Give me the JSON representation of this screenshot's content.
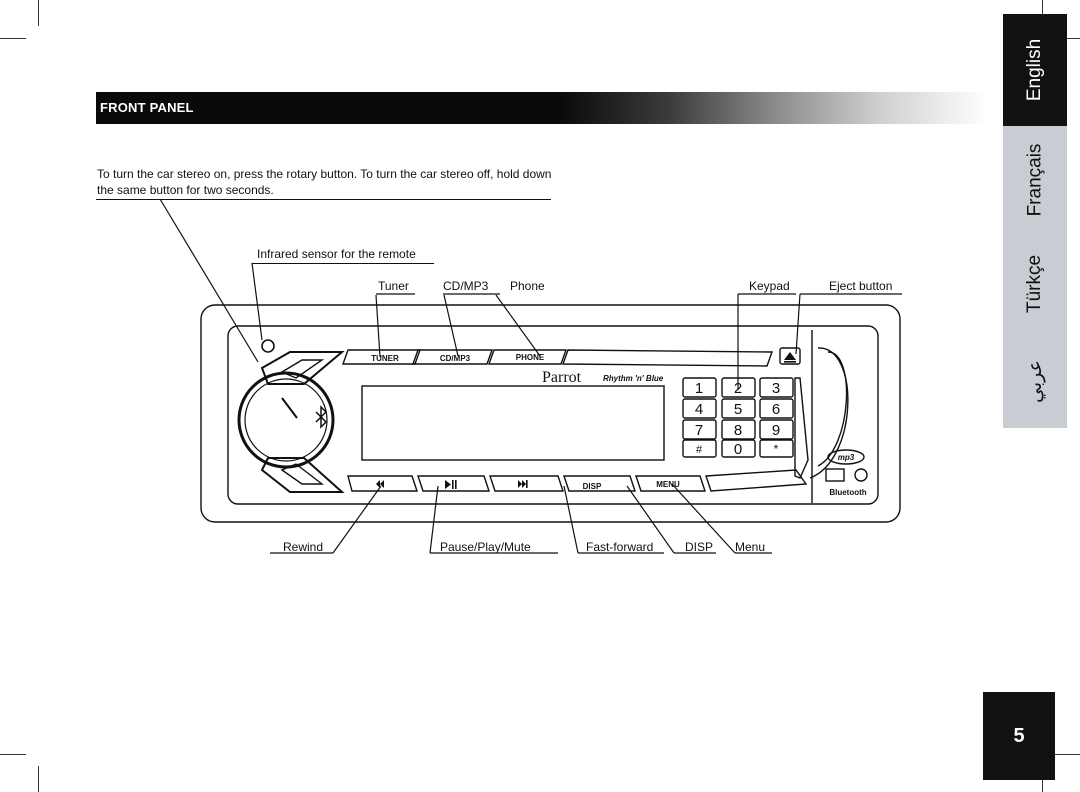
{
  "section_title": "FRONT PANEL",
  "intro_text": "To turn the car stereo on, press the rotary button. To turn the car stereo off, hold down the same button for two seconds.",
  "callouts": {
    "infrared": "Infrared sensor for the remote",
    "tuner": "Tuner",
    "cdmp3": "CD/MP3",
    "phone": "Phone",
    "keypad": "Keypad",
    "eject": "Eject button",
    "rewind": "Rewind",
    "pause_play_mute": "Pause/Play/Mute",
    "fast_forward": "Fast-forward",
    "disp": "DISP",
    "menu": "Menu"
  },
  "device_labels": {
    "tuner_button": "TUNER",
    "cdmp3_button": "CD/MP3",
    "phone_button": "PHONE",
    "brand": "Parrot",
    "tagline": "Rhythm 'n' Blue",
    "disp_button": "DISP",
    "menu_button": "MENU",
    "keys": [
      "1",
      "2",
      "3",
      "4",
      "5",
      "6",
      "7",
      "8",
      "9",
      "#",
      "0",
      "*"
    ],
    "mp3_badge": "mp3",
    "bluetooth_badge": "Bluetooth"
  },
  "languages": [
    {
      "label": "English",
      "active": true
    },
    {
      "label": "Français",
      "active": false
    },
    {
      "label": "Türkçe",
      "active": false
    },
    {
      "label": "عربي",
      "active": false
    }
  ],
  "page_number": "5",
  "colors": {
    "tab_active": "#111111",
    "tab_inactive": "#c8cdd3",
    "header_bar": "#0a0a0a"
  }
}
